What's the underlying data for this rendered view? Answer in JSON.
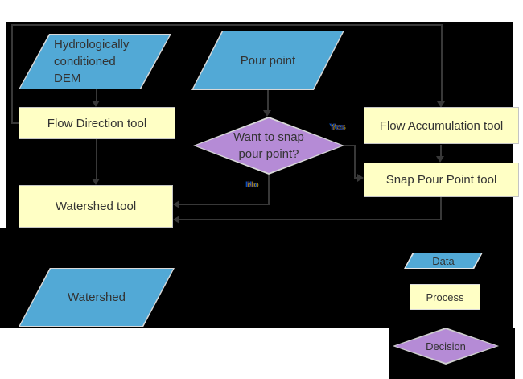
{
  "colors": {
    "page_background": "#FFFFFF",
    "backdrop": "#000000",
    "data_fill": "#52A9D6",
    "process_fill": "#FFFFC5",
    "decision_fill": "#B58BD6",
    "shape_border": "#D8D8D8",
    "connector": "#383838",
    "text": "#333333"
  },
  "nodes": {
    "dem": {
      "label": "Hydrologically\nconditioned\nDEM",
      "type": "data"
    },
    "pour_point": {
      "label": "Pour point",
      "type": "data"
    },
    "flow_direction": {
      "label": "Flow Direction tool",
      "type": "process"
    },
    "flow_accumulation": {
      "label": "Flow Accumulation tool",
      "type": "process"
    },
    "snap_pour_point": {
      "label": "Snap Pour Point tool",
      "type": "process"
    },
    "want_to_snap": {
      "label": "Want to snap\npour point?",
      "type": "decision"
    },
    "watershed_tool": {
      "label": "Watershed tool",
      "type": "process"
    },
    "watershed": {
      "label": "Watershed",
      "type": "data"
    }
  },
  "edge_labels": {
    "yes": "Yes",
    "no": "No"
  },
  "legend": {
    "data": {
      "label": "Data"
    },
    "process": {
      "label": "Process"
    },
    "decision": {
      "label": "Decision"
    }
  }
}
